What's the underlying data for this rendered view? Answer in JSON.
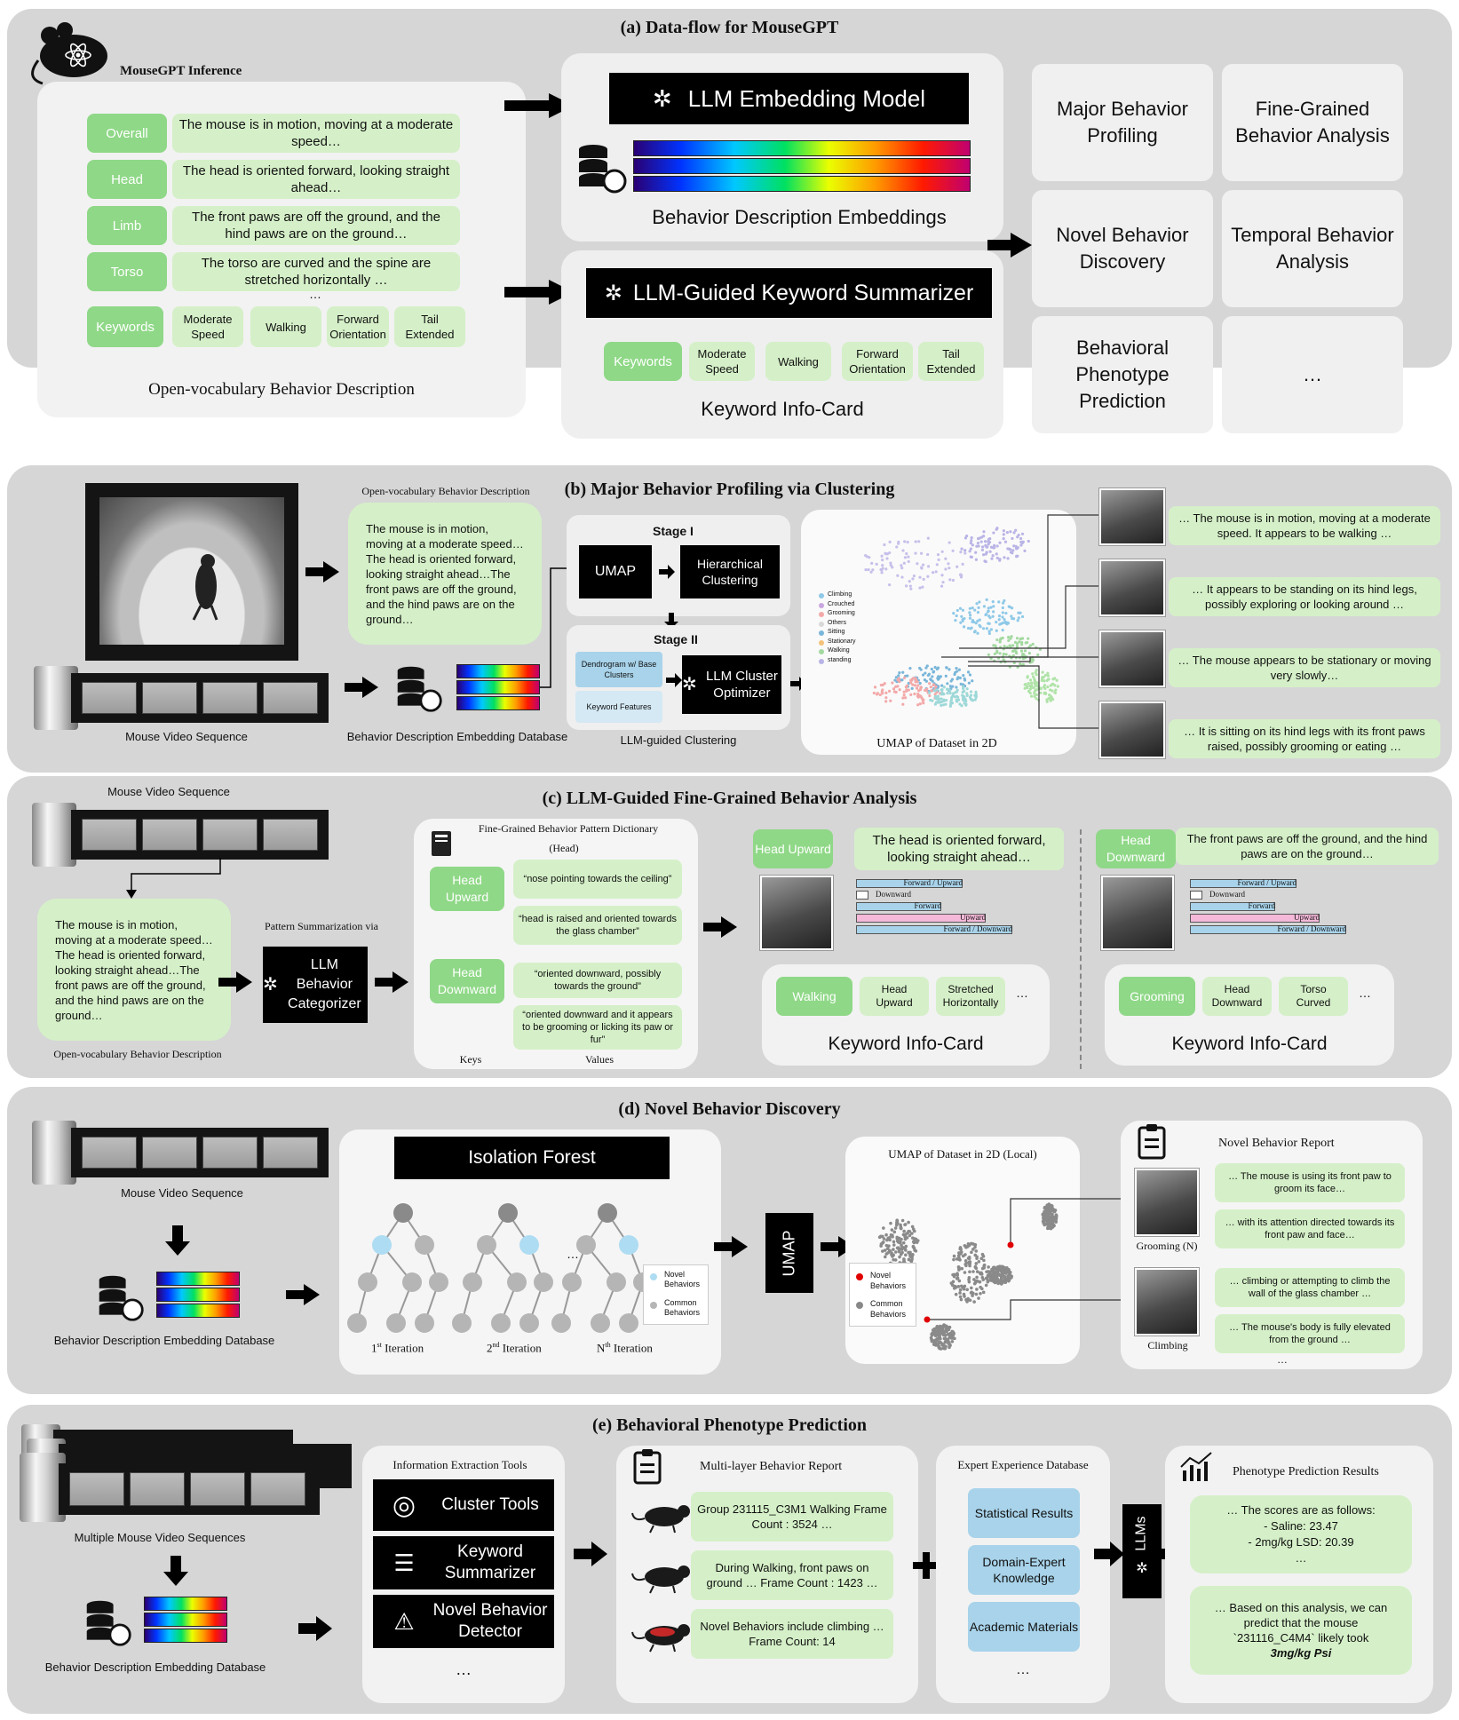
{
  "a": {
    "title": "(a) Data-flow for MouseGPT",
    "inference_label": "MouseGPT Inference",
    "rows": [
      {
        "key": "Overall",
        "text": "The mouse is in motion, moving at a moderate speed…"
      },
      {
        "key": "Head",
        "text": "The head is oriented forward, looking straight ahead…"
      },
      {
        "key": "Limb",
        "text": "The front paws are off the ground, and the hind paws are on the ground…"
      },
      {
        "key": "Torso",
        "text": "The torso are curved and the spine are stretched horizontally …"
      }
    ],
    "ellipsis": "…",
    "keywords_label": "Keywords",
    "keywords": [
      "Moderate Speed",
      "Walking",
      "Forward Orientation",
      "Tail Extended"
    ],
    "desc_caption": "Open-vocabulary  Behavior Description",
    "embed_model": "LLM  Embedding  Model",
    "embed_caption": "Behavior Description Embeddings",
    "summarizer": "LLM-Guided Keyword Summarizer",
    "infocard_caption": "Keyword Info-Card",
    "apps": [
      "Major Behavior Profiling",
      "Fine-Grained Behavior Analysis",
      "Novel Behavior Discovery",
      "Temporal Behavior Analysis",
      "Behavioral Phenotype Prediction",
      "…"
    ]
  },
  "b": {
    "title": "(b) Major Behavior Profiling via Clustering",
    "desc_label": "Open-vocabulary Behavior Description",
    "desc_text": "The mouse is in motion, moving at a moderate speed…The head is oriented forward, looking straight ahead…The front paws are off the ground, and the hind paws are on the ground…",
    "video_caption": "Mouse Video Sequence",
    "db_caption": "Behavior Description Embedding Database",
    "stage1": "Stage I",
    "umap": "UMAP",
    "hier": "Hierarchical Clustering",
    "stage2": "Stage II",
    "dendro": "Dendrogram w/ Base Clusters",
    "kwfeat": "Keyword Features",
    "optimizer": "LLM Cluster Optimizer",
    "clustering_caption": "LLM-guided Clustering",
    "umap_caption": "UMAP  of Dataset in 2D",
    "legend": [
      "Climbing",
      "Crouched",
      "Grooming",
      "Others",
      "Sitting",
      "Stationary",
      "Walking",
      "standing"
    ],
    "legend_colors": [
      "#8fc9e8",
      "#c9a6e0",
      "#f3a9a9",
      "#d8d8d8",
      "#7ab6d9",
      "#f4c27a",
      "#a3d9a0",
      "#b9b4e6"
    ],
    "examples": [
      "… The mouse is in motion, moving at a moderate speed. It appears to be walking …",
      "… It appears to be standing on its hind legs, possibly exploring or looking around …",
      "… The mouse appears to be stationary or moving very slowly…",
      "… It is sitting on its hind legs with its front paws raised, possibly grooming or eating …"
    ]
  },
  "c": {
    "title": "(c) LLM-Guided Fine-Grained Behavior Analysis",
    "video_caption": "Mouse Video Sequence",
    "desc_text": "The mouse is in motion, moving at a moderate speed…The head is oriented forward, looking straight ahead…The front paws are off the ground, and the hind paws are on the ground…",
    "desc_caption": "Open-vocabulary Behavior Description",
    "pattern_label": "Pattern Summarization via",
    "categorizer": "LLM Behavior Categorizer",
    "dict_title": "Fine-Grained Behavior Pattern Dictionary",
    "dict_sub": "(Head)",
    "dict_keys": [
      "Head Upward",
      "Head Downward"
    ],
    "dict_values": [
      "“nose pointing towards the ceiling”",
      "“head is raised and oriented towards the glass chamber”",
      "“oriented downward, possibly towards the ground”",
      "“oriented downward and it appears to be grooming or licking its paw or fur”"
    ],
    "keys_label": "Keys",
    "values_label": "Values",
    "left_card": {
      "tag": "Head Upward",
      "text": "The head is oriented forward, looking straight ahead…",
      "bars": [
        "Forward / Upward",
        "Downward",
        "Forward",
        "Upward",
        "Forward / Downward"
      ],
      "keywords": [
        "Walking",
        "Head Upward",
        "Stretched Horizontally",
        "…"
      ],
      "caption": "Keyword Info-Card"
    },
    "right_card": {
      "tag": "Head Downward",
      "text": "The front paws are off the ground, and the hind paws are on the ground…",
      "bars": [
        "Forward / Upward",
        "Downward",
        "Forward",
        "Upward",
        "Forward / Downward"
      ],
      "keywords": [
        "Grooming",
        "Head Downward",
        "Torso Curved",
        "…"
      ],
      "caption": "Keyword Info-Card"
    }
  },
  "d": {
    "title": "(d) Novel Behavior Discovery",
    "video_caption": "Mouse Video Sequence",
    "db_caption": "Behavior Description Embedding Database",
    "forest": "Isolation Forest",
    "iterations": [
      "1",
      "st",
      " Iteration",
      "2",
      "nd",
      " Iteration",
      "N",
      "th",
      " Iteration"
    ],
    "forest_ellipsis": "…",
    "legend": [
      "Novel Behaviors",
      "Common Behaviors"
    ],
    "umap": "UMAP",
    "local_title": "UMAP  of Dataset in 2D (Local)",
    "local_legend": [
      "Novel Behaviors",
      "Common Behaviors"
    ],
    "report_title": "Novel Behavior Report",
    "report": [
      "… The mouse is using its front paw to groom its face…",
      "… with its attention directed towards its front paw and face…",
      "… climbing or attempting to climb the wall of the glass chamber …",
      "… The mouse's body is fully elevated from the ground …"
    ],
    "report_ellipsis": "…",
    "grooming_label": "Grooming (N)",
    "climbing_label": "Climbing"
  },
  "e": {
    "title": "(e) Behavioral Phenotype Prediction",
    "video_caption": "Multiple Mouse Video Sequences",
    "db_caption": "Behavior Description Embedding Database",
    "tools_title": "Information Extraction Tools",
    "tools": [
      "Cluster Tools",
      "Keyword Summarizer",
      "Novel Behavior Detector"
    ],
    "tools_ellipsis": "…",
    "report_title": "Multi-layer Behavior Report",
    "report": [
      "Group 231115_C3M1 Walking Frame Count : 3524 …",
      "During Walking, front paws on ground … Frame Count : 1423 …",
      "Novel Behaviors include climbing … Frame Count: 14"
    ],
    "expert_title": "Expert Experience Database",
    "expert": [
      "Statistical Results",
      "Domain-Expert Knowledge",
      "Academic Materials"
    ],
    "expert_ellipsis": "…",
    "llms": "LLMs",
    "result_title": "Phenotype  Prediction Results",
    "result1": [
      "… The scores are as follows:",
      "- Saline: 23.47",
      "- 2mg/kg LSD: 20.39",
      "…"
    ],
    "result2_text": "… Based on this analysis, we can predict that the mouse `231116_C4M4` likely took",
    "result2_bold": "3mg/kg Psi"
  }
}
